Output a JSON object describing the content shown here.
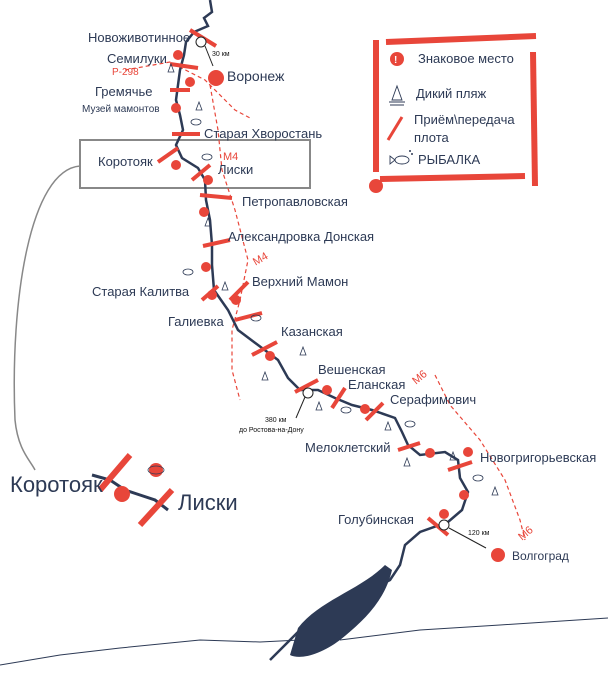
{
  "legend": {
    "items": [
      {
        "icon": "landmark-icon",
        "label": "Знаковое место"
      },
      {
        "icon": "wild-beach-icon",
        "label": "Дикий пляж"
      },
      {
        "icon": "raft-transfer-icon",
        "label_line1": "Приём\\передача",
        "label_line2": "плота"
      },
      {
        "icon": "fish-icon",
        "label": "РЫБАЛКА"
      }
    ]
  },
  "places": {
    "novozhivotinnoe": "Новоживотинное",
    "semiluki": "Семилуки",
    "r298": "Р-298",
    "voronezh": "Воронеж",
    "gremyachye": "Гремячье",
    "museum": "Музей мамонтов",
    "staraya_khvorostan": "Старая Хворостань",
    "korotoyak": "Коротояк",
    "m4_a": "М4",
    "liski": "Лиски",
    "petropavlovskaya": "Петропавловская",
    "aleksandrovka": "Александровка Донская",
    "m4_b": "М4",
    "verkhniy_mamon": "Верхний Мамон",
    "staraya_kalitva": "Старая Калитва",
    "galievka": "Галиевка",
    "kazanskaya": "Казанская",
    "veshenskaya": "Вешенская",
    "elanskaya": "Еланская",
    "serafimovich": "Серафимович",
    "km380": "380 км",
    "to_rostov": "до Ростова-на-Дону",
    "melokletskiy": "Мелоклетский",
    "novogrigoryevskaya": "Новогригорьевская",
    "golubinskaya": "Голубинская",
    "km120": "120 км",
    "volgograd": "Волгоград",
    "m6_a": "М6",
    "m6_b": "М6",
    "km30": "30 км"
  },
  "inset": {
    "korotoyak": "Коротояк",
    "liski": "Лиски"
  },
  "colors": {
    "accent": "#e8463a",
    "river": "#2d3a55",
    "frame": "#888888"
  }
}
